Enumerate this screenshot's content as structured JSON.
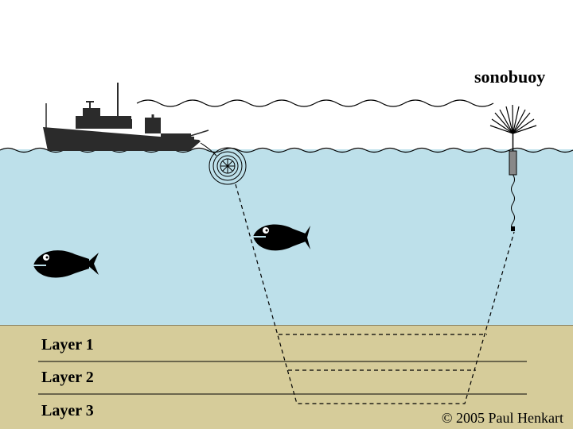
{
  "labels": {
    "sonobuoy": "sonobuoy",
    "layers": [
      "Layer 1",
      "Layer 2",
      "Layer 3"
    ],
    "copyright": "© 2005 Paul Henkart"
  },
  "colors": {
    "sky": "#ffffff",
    "water": "#bde0ea",
    "seabed": "#d6cc9a",
    "silhouette": "#000000",
    "ship": "#2b2b2b"
  },
  "icons": [
    "ship-icon",
    "hydrophone-icon",
    "fish-icon",
    "sonobuoy-icon",
    "antenna-icon"
  ]
}
